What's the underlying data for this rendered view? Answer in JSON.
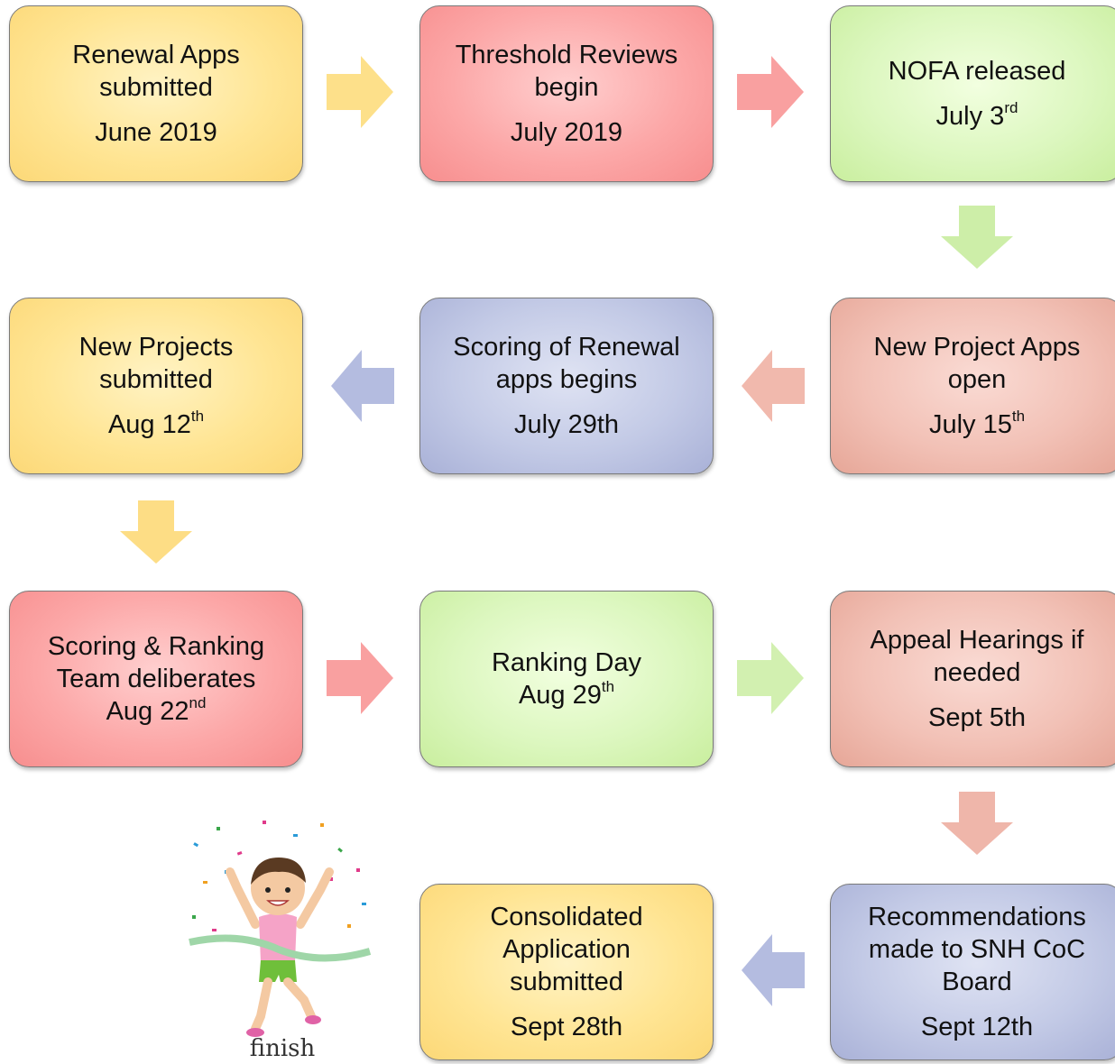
{
  "steps": [
    {
      "title": "Renewal Apps submitted",
      "date": "June 2019",
      "date_sup": ""
    },
    {
      "title": "Threshold Reviews begin",
      "date": "July 2019",
      "date_sup": ""
    },
    {
      "title": "NOFA released",
      "date": "July 3",
      "date_sup": "rd"
    },
    {
      "title": "New Project Apps open",
      "date": "July 15",
      "date_sup": "th"
    },
    {
      "title": "Scoring of Renewal apps begins",
      "date": "July 29th",
      "date_sup": ""
    },
    {
      "title": "New Projects submitted",
      "date": "Aug 12",
      "date_sup": "th"
    },
    {
      "title": "Scoring & Ranking Team deliberates",
      "date": "Aug 22",
      "date_sup": "nd"
    },
    {
      "title": "Ranking Day",
      "date": "Aug 29",
      "date_sup": "th"
    },
    {
      "title": "Appeal Hearings if needed",
      "date": "Sept 5th",
      "date_sup": ""
    },
    {
      "title": "Recommendations made to SNH CoC Board",
      "date": "Sept 12th",
      "date_sup": ""
    },
    {
      "title": "Consolidated Application submitted",
      "date": "Sept 28th",
      "date_sup": ""
    }
  ],
  "finish_label": "finish",
  "colors": {
    "yellow": "#ffe594",
    "red": "#fca8a8",
    "green": "#dcf7bf",
    "salmon": "#f2c1b6",
    "blue": "#c3cae6"
  }
}
